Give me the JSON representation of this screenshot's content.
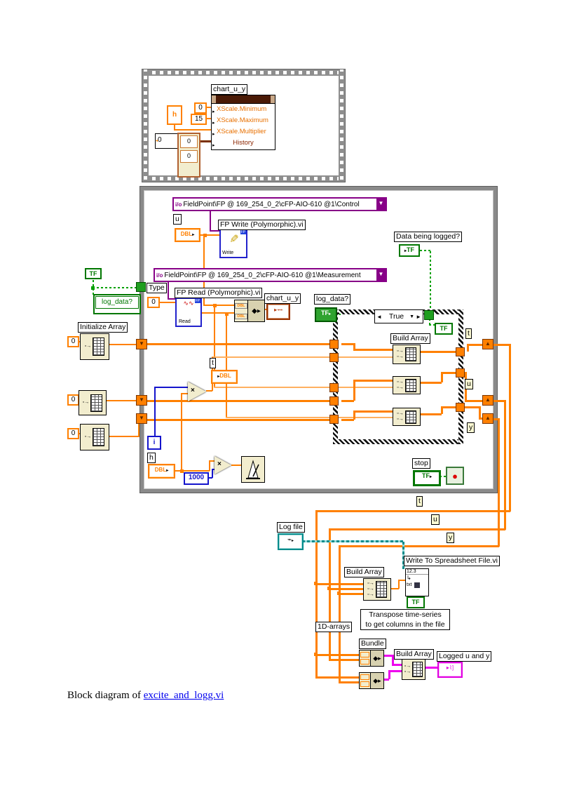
{
  "caption": {
    "prefix": "Block diagram of ",
    "link": "excite_and_logg.vi"
  },
  "icons": {
    "dropdown": "▼",
    "left_arrow": "◄",
    "right_arrow": "►",
    "input_arrow": "▸",
    "pencil": "✎",
    "wave": "∿∿",
    "io_glyph": "i/o",
    "stop_dot": "●",
    "spin": "◂",
    "squig": "∿"
  },
  "sequence": {
    "chart_label": "chart_u_y",
    "property_rows": [
      "XScale.Minimum",
      "XScale.Maximum",
      "XScale.Multiplier",
      "History"
    ],
    "min_const": "0",
    "max_const": "15",
    "h_const": "h",
    "cluster_index": "0",
    "cluster_items": [
      "0",
      "0"
    ]
  },
  "loop": {
    "control_refnum": "FieldPoint\\FP @ 169_254_0_2\\cFP-AIO-610 @1\\Control",
    "measurement_refnum": "FieldPoint\\FP @ 169_254_0_2\\cFP-AIO-610 @1\\Measurement",
    "fp_write_label": "FP Write (Polymorphic).vi",
    "fp_read_label": "FP Read (Polymorphic).vi",
    "write_text": "Write",
    "read_text": "Read",
    "fp_tag": "FP",
    "u_label": "u",
    "t_label": "t",
    "h_label": "h",
    "i_label": "i",
    "dbl": "DBL",
    "tf": "TF",
    "type_label": "Type",
    "type_value": "0",
    "log_data_local": "log_data?",
    "log_data_control": "log_data?",
    "data_logged_label": "Data being logged?",
    "chart_terminal_label": "chart_u_y",
    "init_array_label": "Initialize Array",
    "zero": "0",
    "case_selector": "True",
    "build_array_label": "Build Array",
    "wire_t": "t",
    "wire_u": "u",
    "wire_y": "y",
    "thousand": "1000",
    "stop_label": "stop"
  },
  "files": {
    "log_file_label": "Log file",
    "wts_label": "Write To Spreadsheet File.vi",
    "wts_num": "12.3",
    "wts_txt": "txt",
    "build_array_label": "Build Array",
    "bundle_label": "Bundle",
    "comment_line1": "Transpose time-series",
    "comment_line2": "to get columns in the file",
    "one_d_label": "1D-arrays",
    "logged_label": "Logged u and y",
    "wire_t": "t",
    "wire_u": "u",
    "wire_y": "y",
    "tf": "TF"
  }
}
